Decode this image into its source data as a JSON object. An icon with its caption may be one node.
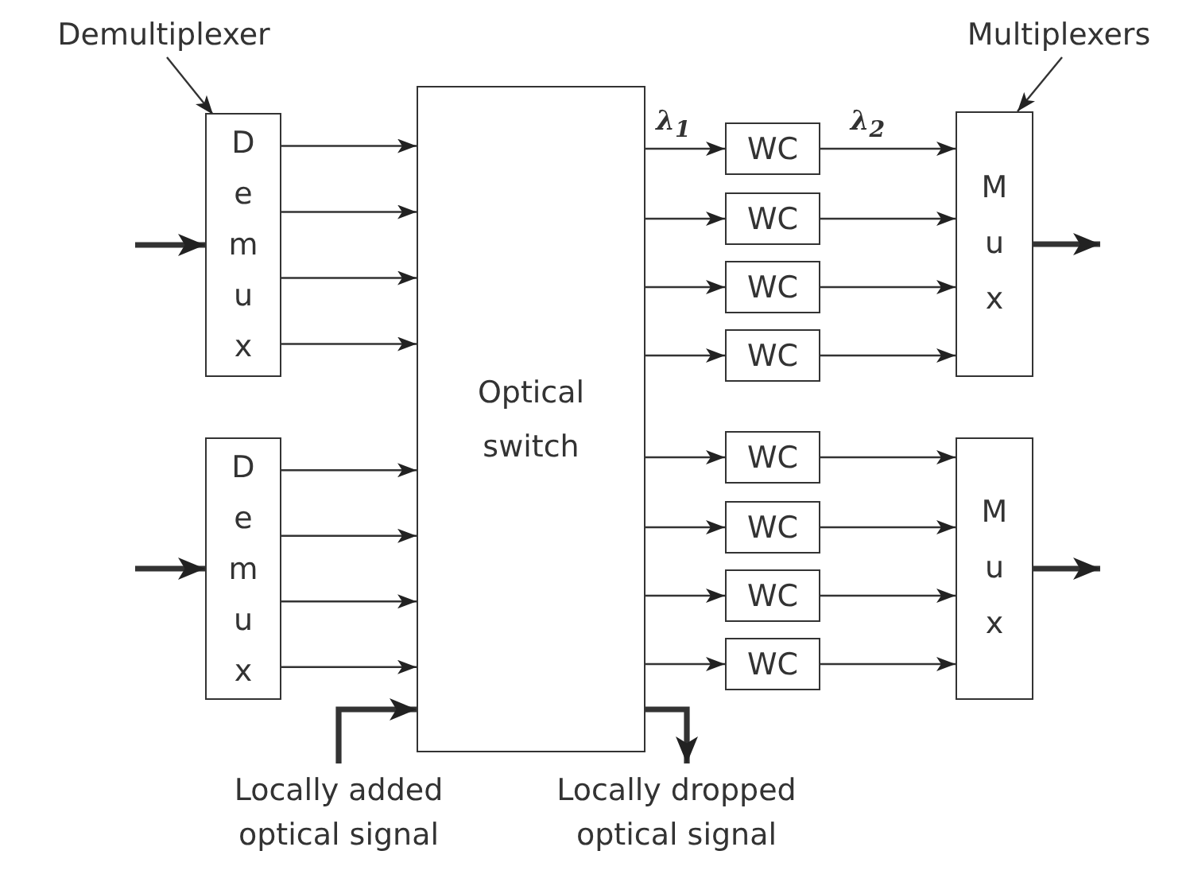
{
  "diagram": {
    "nodes": [
      {
        "text": [
          "Demultiplexer"
        ]
      },
      {
        "text": [
          "Multiplexers"
        ]
      },
      {
        "text": [
          "D e m u x"
        ]
      },
      {
        "text": [
          "D e m u x"
        ]
      },
      {
        "text": [
          "Optical switch"
        ]
      },
      {
        "text": [
          "WC"
        ]
      },
      {
        "text": [
          "WC"
        ]
      },
      {
        "text": [
          "WC"
        ]
      },
      {
        "text": [
          "WC"
        ]
      },
      {
        "text": [
          "WC"
        ]
      },
      {
        "text": [
          "WC"
        ]
      },
      {
        "text": [
          "WC"
        ]
      },
      {
        "text": [
          "WC"
        ]
      },
      {
        "text": [
          "M u x"
        ]
      },
      {
        "text": [
          "M u x"
        ]
      },
      {
        "text": [
          "Locally added optical signal"
        ]
      },
      {
        "text": [
          "Locally dropped optical signal"
        ]
      }
    ],
    "edges": [
      {
        "from": 0,
        "to": 2,
        "arrow": "to"
      },
      {
        "from": 1,
        "to": 13,
        "arrow": "to"
      },
      {
        "from": null,
        "to": 2,
        "arrow": "to",
        "style": "thick"
      },
      {
        "from": null,
        "to": 3,
        "arrow": "to",
        "style": "thick"
      },
      {
        "from": 2,
        "to": 4,
        "arrow": "to"
      },
      {
        "from": 2,
        "to": 4,
        "arrow": "to"
      },
      {
        "from": 2,
        "to": 4,
        "arrow": "to"
      },
      {
        "from": 2,
        "to": 4,
        "arrow": "to"
      },
      {
        "from": 3,
        "to": 4,
        "arrow": "to"
      },
      {
        "from": 3,
        "to": 4,
        "arrow": "to"
      },
      {
        "from": 3,
        "to": 4,
        "arrow": "to"
      },
      {
        "from": 3,
        "to": 4,
        "arrow": "to"
      },
      {
        "from": 4,
        "to": 5,
        "arrow": "to",
        "label": "λ$_{1}$"
      },
      {
        "from": 4,
        "to": 6,
        "arrow": "to"
      },
      {
        "from": 4,
        "to": 7,
        "arrow": "to"
      },
      {
        "from": 4,
        "to": 8,
        "arrow": "to"
      },
      {
        "from": 4,
        "to": 9,
        "arrow": "to"
      },
      {
        "from": 4,
        "to": 10,
        "arrow": "to"
      },
      {
        "from": 4,
        "to": 11,
        "arrow": "to"
      },
      {
        "from": 4,
        "to": 12,
        "arrow": "to"
      },
      {
        "from": 5,
        "to": 13,
        "arrow": "to",
        "label": "λ$_{2}$"
      },
      {
        "from": 6,
        "to": 13,
        "arrow": "to"
      },
      {
        "from": 7,
        "to": 13,
        "arrow": "to"
      },
      {
        "from": 8,
        "to": 13,
        "arrow": "to"
      },
      {
        "from": 9,
        "to": 14,
        "arrow": "to"
      },
      {
        "from": 10,
        "to": 14,
        "arrow": "to"
      },
      {
        "from": 11,
        "to": 14,
        "arrow": "to"
      },
      {
        "from": 12,
        "to": 14,
        "arrow": "to"
      },
      {
        "from": 13,
        "to": null,
        "arrow": "to",
        "style": "thick"
      },
      {
        "from": 14,
        "to": null,
        "arrow": "to",
        "style": "thick"
      },
      {
        "from": 15,
        "to": 4,
        "arrow": "to",
        "style": "thick"
      },
      {
        "from": 4,
        "to": 16,
        "arrow": "to",
        "style": "thick"
      }
    ]
  }
}
